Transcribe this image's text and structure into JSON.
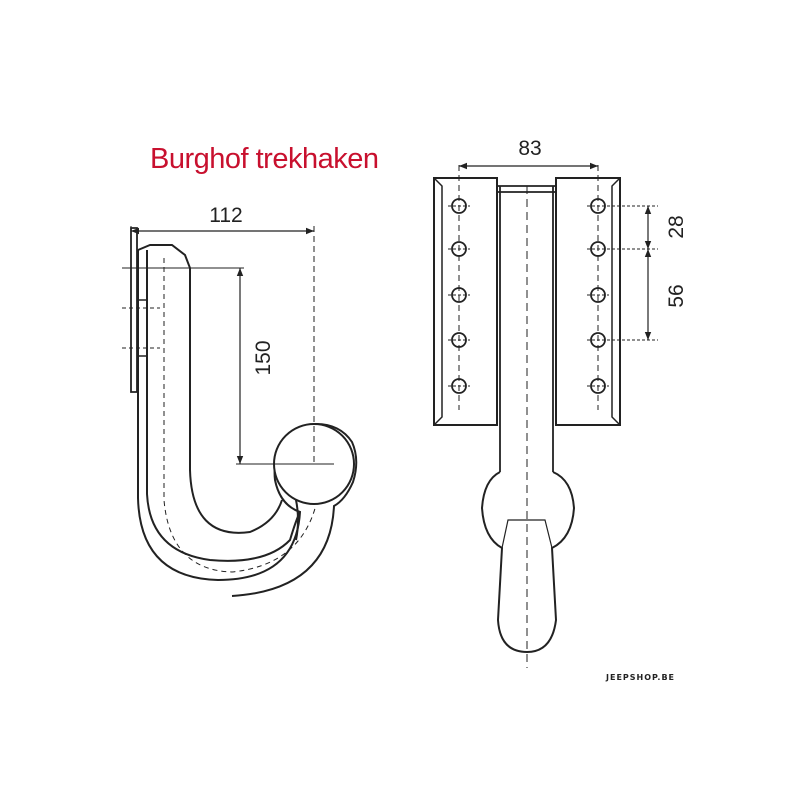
{
  "title": "Burghof trekhaken",
  "dimensions": {
    "side_width": "112",
    "side_height": "150",
    "front_hole_width": "83",
    "hole_pitch_small": "28",
    "hole_pitch_large": "56"
  },
  "watermark": "JEEPSHOP.BE",
  "colors": {
    "title": "#c8102e",
    "line": "#222222",
    "background": "#ffffff"
  }
}
